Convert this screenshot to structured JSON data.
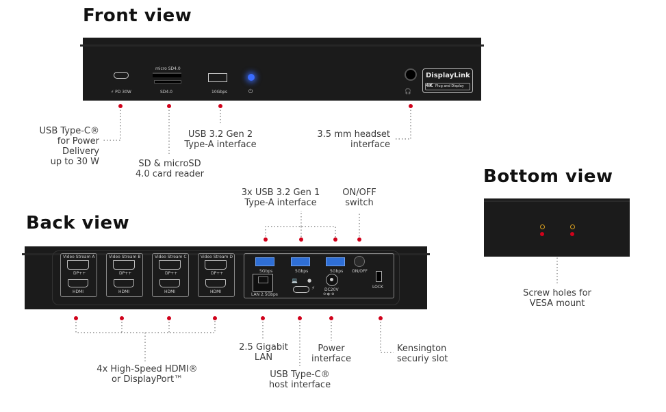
{
  "headings": {
    "front": "Front view",
    "back": "Back view",
    "bottom": "Bottom view"
  },
  "front_device": {
    "microsd": "micro SD4.0",
    "pd": "PD 30W",
    "sd": "SD4.0",
    "usb": "10Gbps",
    "brand": "DisplayLink",
    "badge_4k": "4K",
    "badge_text": "Plug and Display"
  },
  "front_callouts": {
    "usbc": [
      "USB Type-C®",
      "for Power Delivery",
      "up to 30 W"
    ],
    "sd": [
      "SD & microSD",
      "4.0 card reader"
    ],
    "usba": [
      "USB 3.2 Gen 2",
      "Type-A interface"
    ],
    "headset": [
      "3.5 mm headset",
      "interface"
    ]
  },
  "back_device": {
    "streams": [
      "Video Stream A",
      "Video Stream B",
      "Video Stream C",
      "Video Stream D"
    ],
    "dp": "DP++",
    "hdmi": "HDMI",
    "usb_speed": "5Gbps",
    "onoff": "ON/OFF",
    "lan": "LAN 2.5Gbps",
    "dc": "DC20V",
    "lock": "LOCK"
  },
  "back_callouts": {
    "usb3": [
      "3x USB 3.2 Gen 1",
      "Type-A interface"
    ],
    "onoff": [
      "ON/OFF",
      "switch"
    ],
    "hdmi": [
      "4x High-Speed HDMI®",
      "or DisplayPort™"
    ],
    "lan": [
      "2.5 Gigabit",
      "LAN"
    ],
    "usbc": [
      "USB Type-C®",
      "host interface"
    ],
    "power": [
      "Power",
      "interface"
    ],
    "kensington": [
      "Kensington",
      "securiy slot"
    ]
  },
  "bottom_callouts": {
    "screw": [
      "Screw holes for",
      "VESA mount"
    ]
  },
  "colors": {
    "device": "#1b1b1b",
    "callout_dot": "#d0021b",
    "usb_blue": "#2f6fd6",
    "led": "#3a6cff"
  }
}
